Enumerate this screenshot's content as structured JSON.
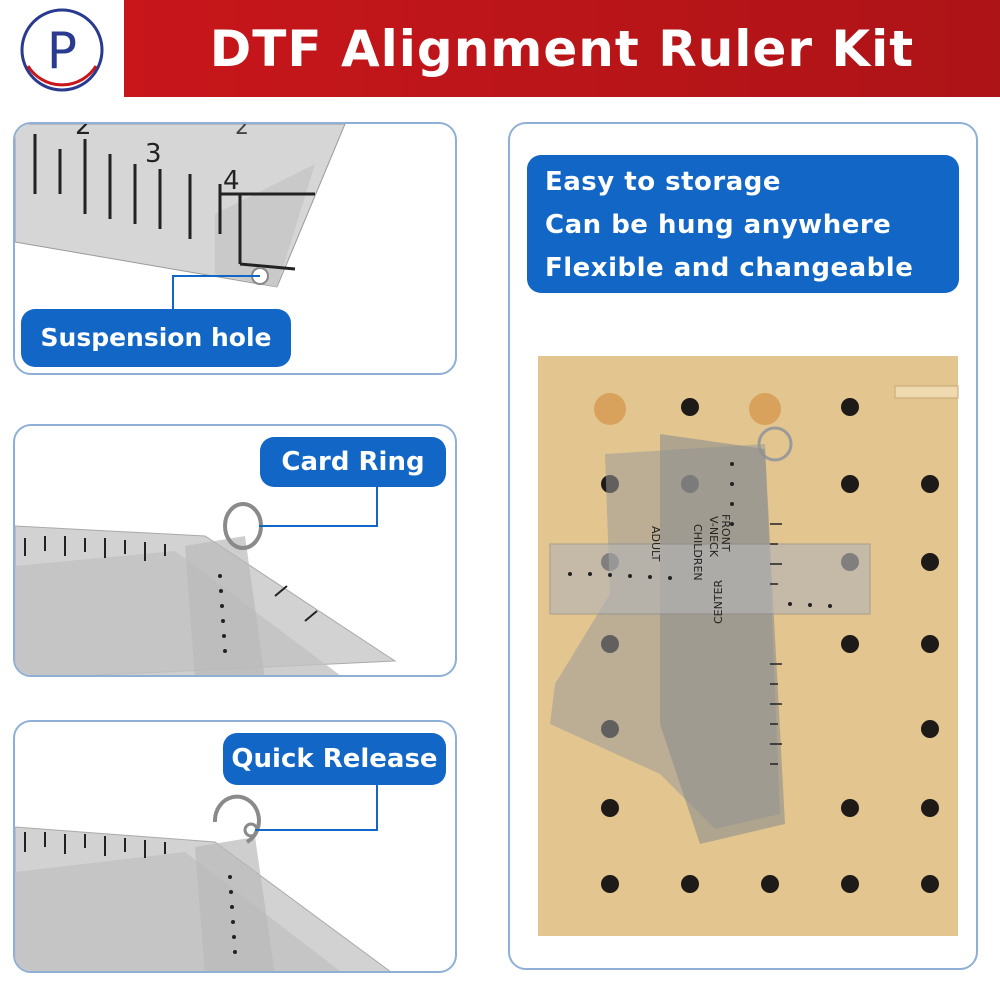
{
  "header": {
    "title": "DTF Alignment Ruler Kit",
    "logo_letter": "P"
  },
  "panels": {
    "suspension": {
      "label": "Suspension hole",
      "ruler_numbers": [
        "2",
        "3",
        "4",
        "2"
      ]
    },
    "card_ring": {
      "label": "Card Ring"
    },
    "quick_release": {
      "label": "Quick Release"
    },
    "storage": {
      "features": [
        "Easy to storage",
        "Can be hung anywhere",
        "Flexible and changeable"
      ],
      "ruler_texts": [
        "V-NECK",
        "FRONT",
        "CHILDREN",
        "CENTER",
        "ADULT"
      ]
    }
  },
  "colors": {
    "title_bg": "#c8161b",
    "label_bg": "#1166c6",
    "panel_border": "#8fb0d6",
    "pegboard": "#e2c58f"
  },
  "icons": [
    "logo-p-icon",
    "suspension-hole-icon",
    "card-ring-icon",
    "quick-release-ring-icon",
    "pegboard-peg-icon"
  ]
}
